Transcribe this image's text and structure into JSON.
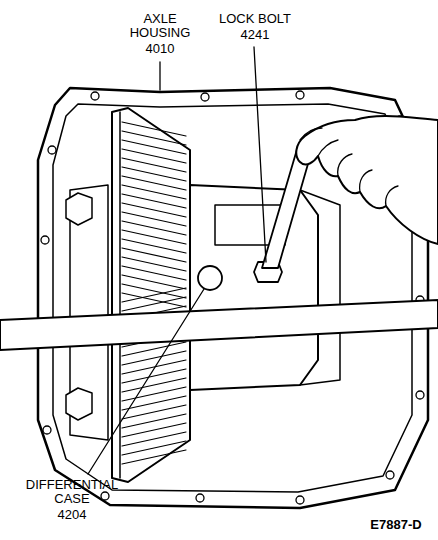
{
  "diagram": {
    "labels": [
      "AXLE HOUSING",
      "4010",
      "LOCK BOLT",
      "4241",
      "DIFFERENTIAL CASE",
      "4204",
      "E7887-D"
    ]
  }
}
